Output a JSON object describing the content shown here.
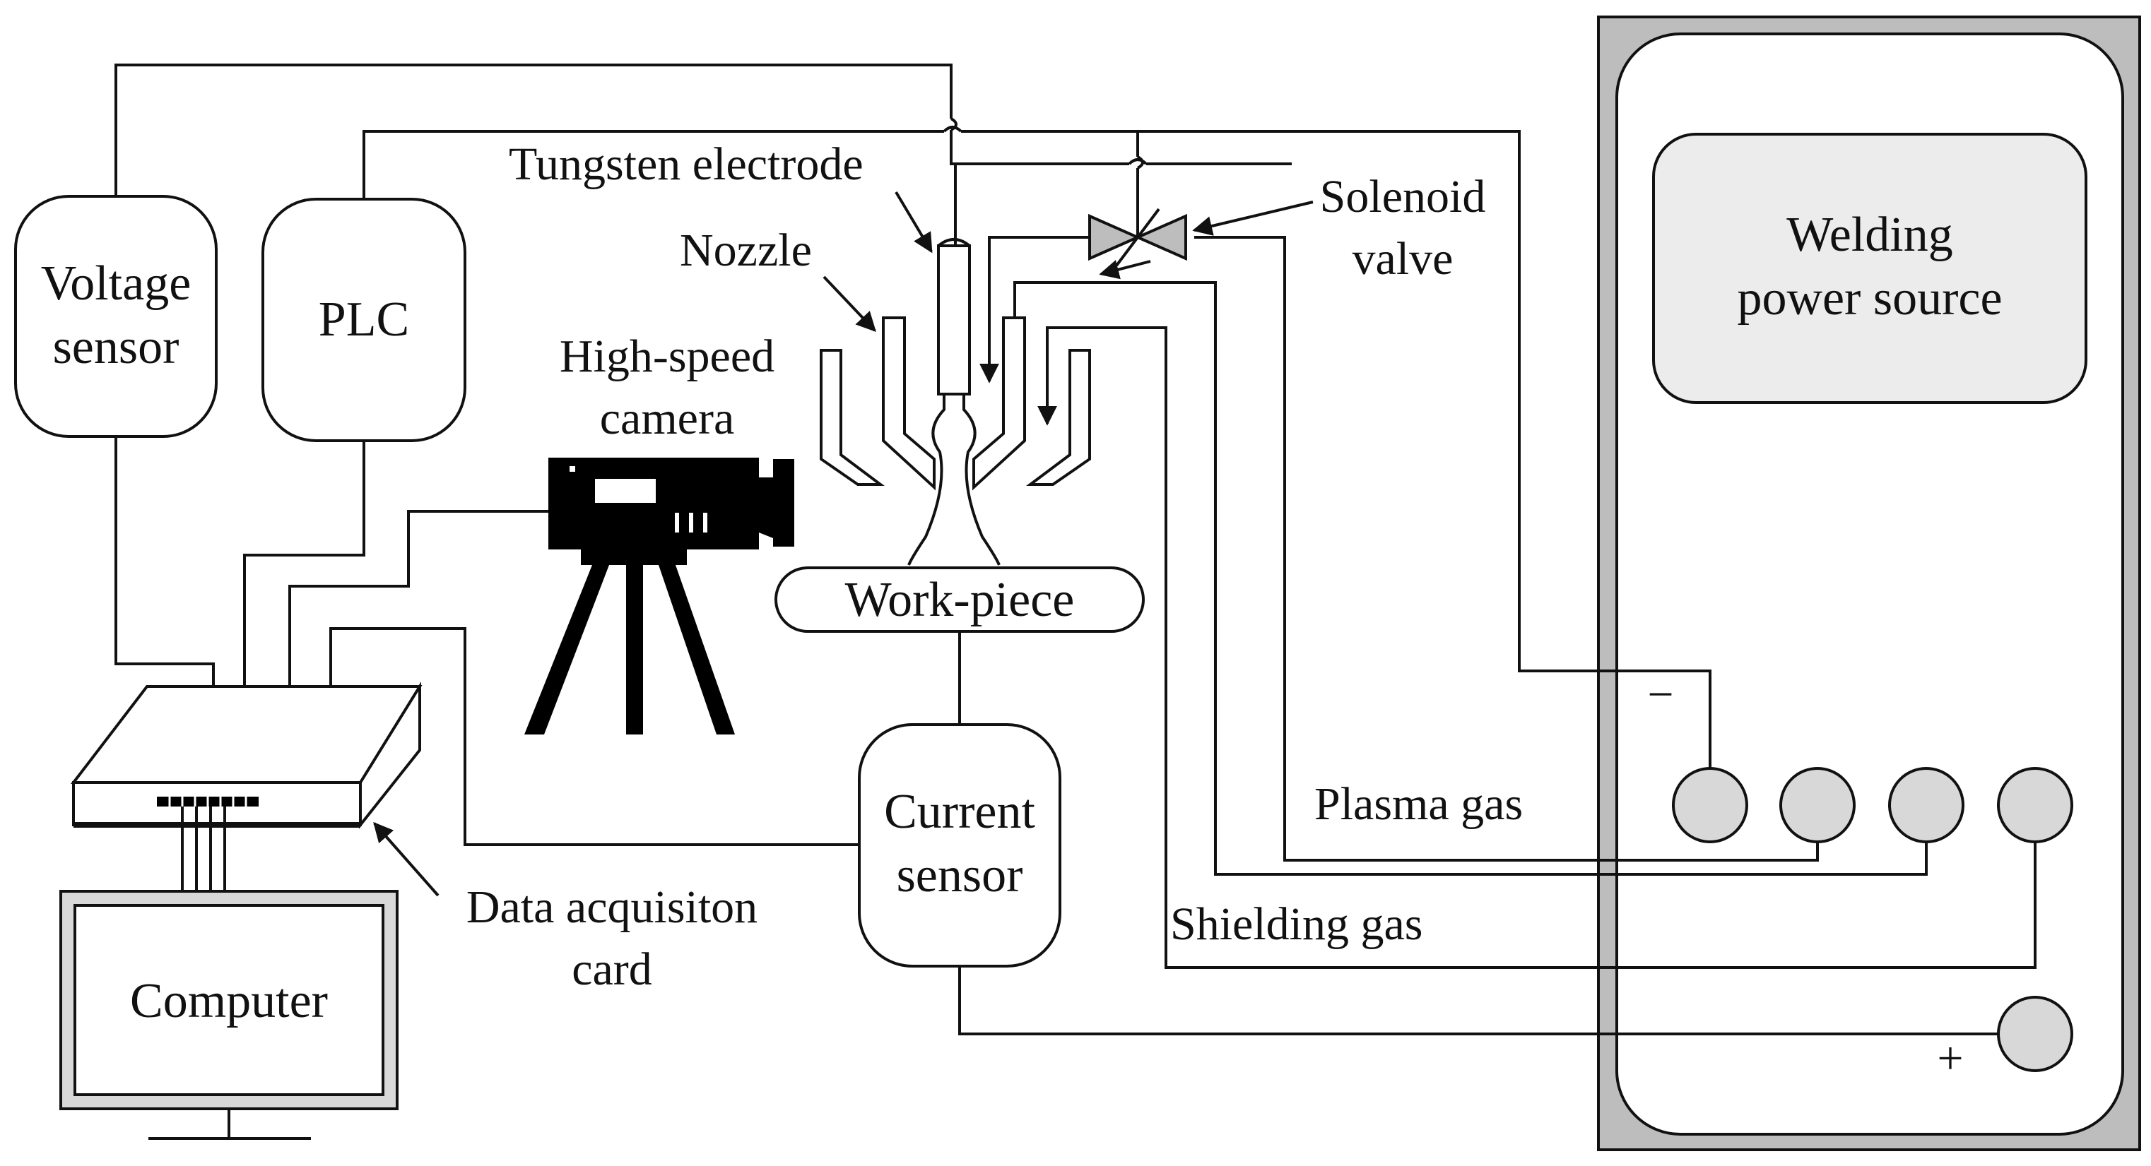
{
  "labels": {
    "voltage_sensor": [
      "Voltage",
      "sensor"
    ],
    "plc": "PLC",
    "high_speed_camera": [
      "High-speed",
      "camera"
    ],
    "tungsten_electrode": "Tungsten electrode",
    "nozzle": "Nozzle",
    "solenoid_valve": [
      "Solenoid",
      "valve"
    ],
    "welding_power_source": [
      "Welding",
      "power source"
    ],
    "work_piece": "Work-piece",
    "current_sensor": [
      "Current",
      "sensor"
    ],
    "data_acquisition_card": [
      "Data acquisiton",
      "card"
    ],
    "computer": "Computer",
    "plasma_gas": "Plasma gas",
    "shielding_gas": "Shielding gas",
    "minus": "−",
    "plus": "+"
  },
  "colors": {
    "line": "#111111",
    "panel_fill": "#ececec",
    "terminal_fill": "#d8d8d8",
    "outer_frame": "#bdbdbd"
  }
}
